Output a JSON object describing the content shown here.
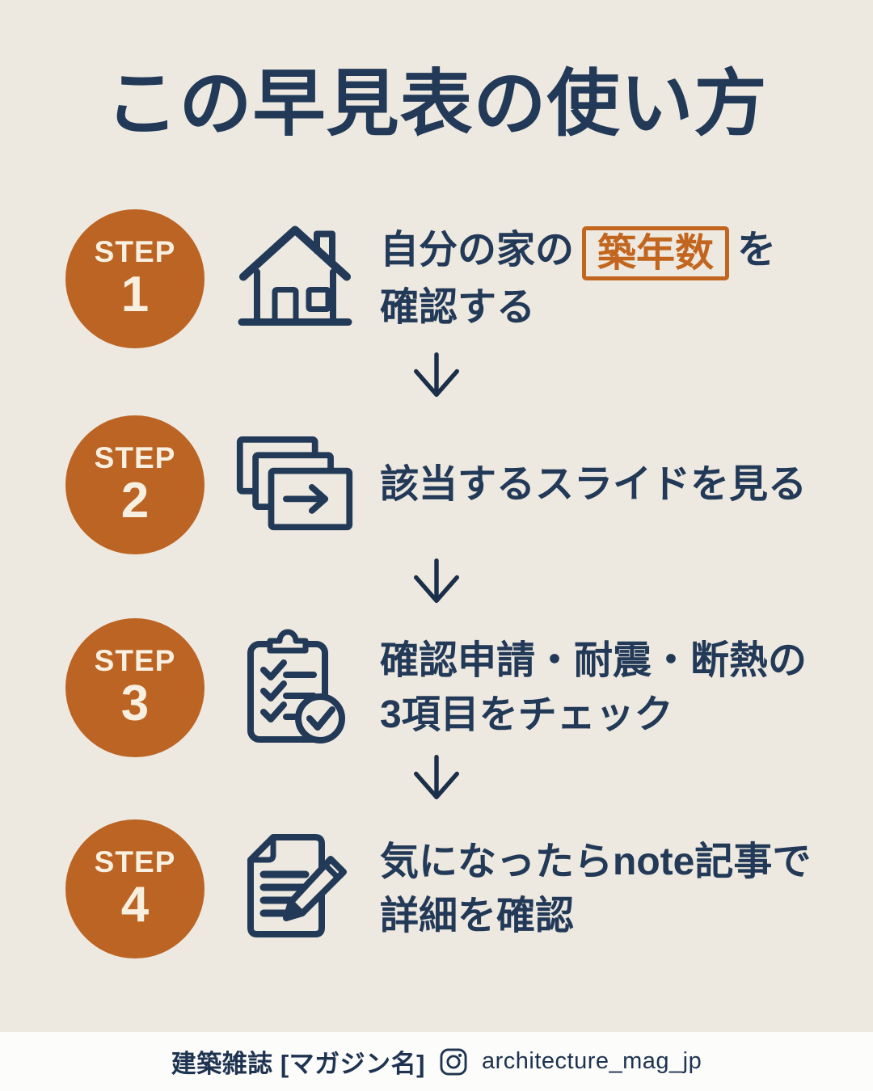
{
  "theme": {
    "bg": "#EEE9E0",
    "navy": "#223A58",
    "orange": "#BC6424",
    "highlight": "#C2661F",
    "cream": "#F7EFDF",
    "footerBg": "#FCFCFB"
  },
  "page": {
    "title": "この早見表の使い方"
  },
  "steps": [
    {
      "label": "STEP",
      "number": "1",
      "icon": "house-icon",
      "line1_before": "自分の家の",
      "line1_highlight": "築年数",
      "line1_after": "を",
      "line2": "確認する"
    },
    {
      "label": "STEP",
      "number": "2",
      "icon": "slides-icon",
      "line1": "該当するスライドを見る"
    },
    {
      "label": "STEP",
      "number": "3",
      "icon": "checklist-icon",
      "line1": "確認申請・耐震・断熱の",
      "line2": "3項目をチェック"
    },
    {
      "label": "STEP",
      "number": "4",
      "icon": "note-pencil-icon",
      "line1": "気になったらnote記事で",
      "line2": "詳細を確認"
    }
  ],
  "connectors": [
    "down-arrow-icon",
    "down-arrow-icon",
    "down-arrow-icon"
  ],
  "footer": {
    "magazine_label": "建築雑誌 [マガジン名]",
    "instagram_icon": "instagram-icon",
    "instagram_handle": "architecture_mag_jp"
  }
}
